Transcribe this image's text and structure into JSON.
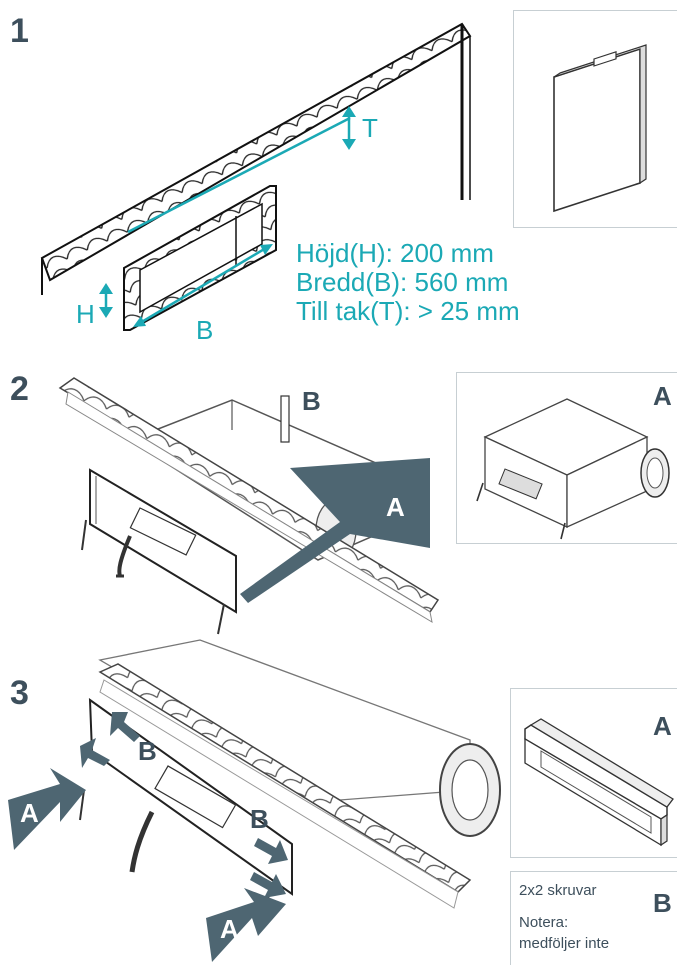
{
  "steps": {
    "s1": {
      "number": "1"
    },
    "s2": {
      "number": "2"
    },
    "s3": {
      "number": "3"
    }
  },
  "step1": {
    "label_T": "T",
    "label_H": "H",
    "label_B": "B",
    "dimensions": [
      "Höjd(H): 200 mm",
      "Bredd(B): 560 mm",
      "Till tak(T): > 25 mm"
    ]
  },
  "step2": {
    "label_A_arrow": "A",
    "label_B_strap": "B",
    "panel_letter": "A"
  },
  "step3": {
    "arrow_A_left": "A",
    "arrow_A_bottom": "A",
    "arrow_B_top": "B",
    "arrow_B_right": "B",
    "panel_A_letter": "A",
    "panel_B_letter": "B",
    "note_screws": "2x2 skruvar",
    "note_title": "Notera:",
    "note_text": "medföljer inte"
  },
  "colors": {
    "accent": "#1ba9b5",
    "dark": "#3d4f5c",
    "arrow": "#4e6672",
    "panel_border": "#c7cfd3"
  }
}
